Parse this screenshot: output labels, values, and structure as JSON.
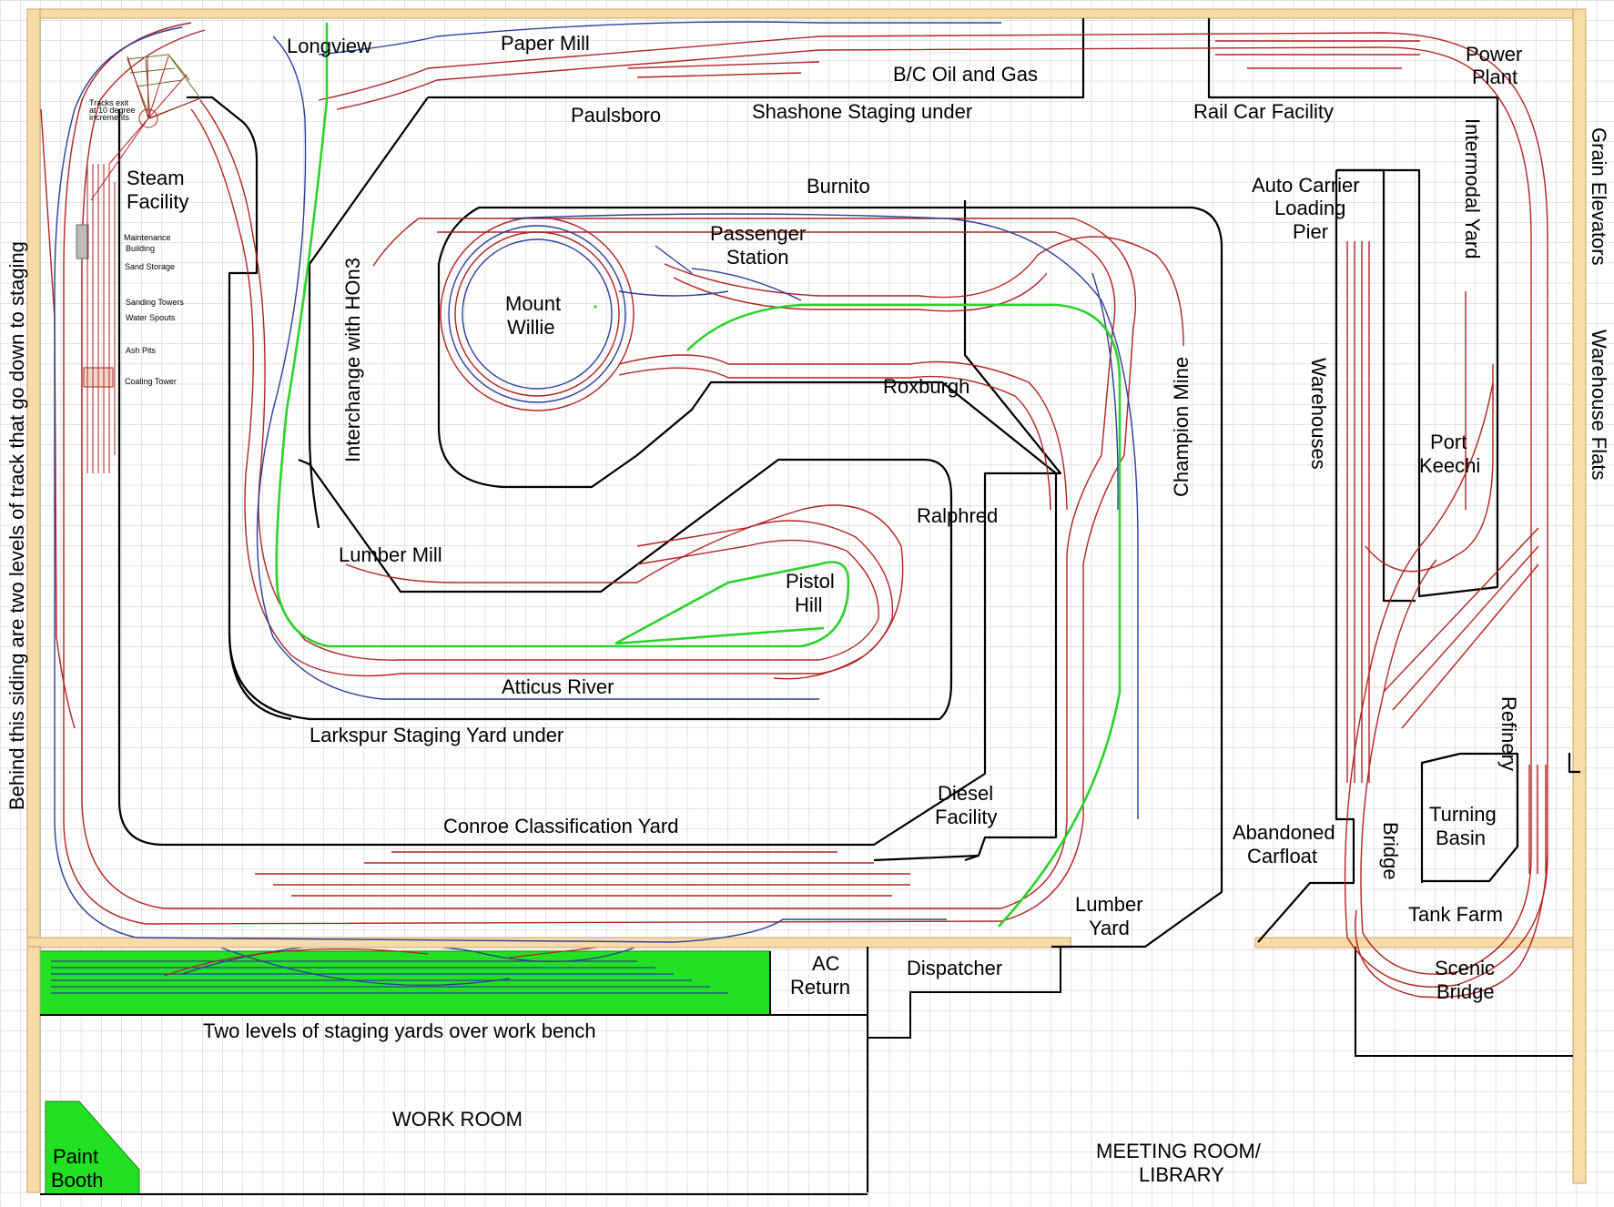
{
  "labels": {
    "longview": "Longview",
    "paper_mill": "Paper Mill",
    "bc_oil_gas": "B/C Oil and Gas",
    "paulsboro": "Paulsboro",
    "shashone": "Shashone Staging under",
    "rail_car": "Rail Car Facility",
    "power": "Power",
    "plant": "Plant",
    "grain_elevators": "Grain Elevators",
    "warehouse_flats": "Warehouse Flats",
    "intermodal_yard": "Intermodal Yard",
    "auto1": "Auto Carrier",
    "auto2": "Loading",
    "auto3": "Pier",
    "steam1": "Steam",
    "steam2": "Facility",
    "burnito": "Burnito",
    "passenger1": "Passenger",
    "passenger2": "Station",
    "mount1": "Mount",
    "mount2": "Willie",
    "interchange": "Interchange with HOn3",
    "roxburgh": "Roxburgh",
    "champion_mine": "Champion Mine",
    "warehouses": "Warehouses",
    "port1": "Port",
    "port2": "Keechi",
    "ralphred": "Ralphred",
    "lumber_mill": "Lumber Mill",
    "pistol1": "Pistol",
    "pistol2": "Hill",
    "atticus": "Atticus River",
    "larkspur": "Larkspur Staging Yard under",
    "refinery": "Refinery",
    "diesel1": "Diesel",
    "diesel2": "Facility",
    "conroe": "Conroe Classification Yard",
    "abandoned1": "Abandoned",
    "abandoned2": "Carfloat",
    "turning1": "Turning",
    "turning2": "Basin",
    "bridge": "Bridge",
    "lumber_yard1": "Lumber",
    "lumber_yard2": "Yard",
    "tank_farm": "Tank Farm",
    "ac1": "AC",
    "ac2": "Return",
    "dispatcher": "Dispatcher",
    "scenic1": "Scenic",
    "scenic2": "Bridge",
    "two_levels": "Two levels of staging yards over work bench",
    "work_room": "WORK ROOM",
    "meeting1": "MEETING ROOM/",
    "meeting2": "LIBRARY",
    "paint1": "Paint",
    "paint2": "Booth",
    "behind": "Behind this siding are two levels of track that go down to staging"
  },
  "steam_notes": {
    "turntable1": "Tracks exit",
    "turntable2": "at 10 degree",
    "turntable3": "increments",
    "maint1": "Maintenance",
    "maint2": "Building",
    "sand_storage": "Sand Storage",
    "sanding_towers": "Sanding Towers",
    "water_spouts": "Water Spouts",
    "ash_pits": "Ash Pits",
    "coaling_tower": "Coaling Tower"
  },
  "colors": {
    "grid": "#c8c8c8",
    "wall": "#f7dca8",
    "track_main": "#b22222",
    "track_narrow_gauge": "#2c3e9a",
    "track_hon3": "#2bd32b",
    "staging_bench": "#22e022",
    "fascia": "#000000"
  }
}
